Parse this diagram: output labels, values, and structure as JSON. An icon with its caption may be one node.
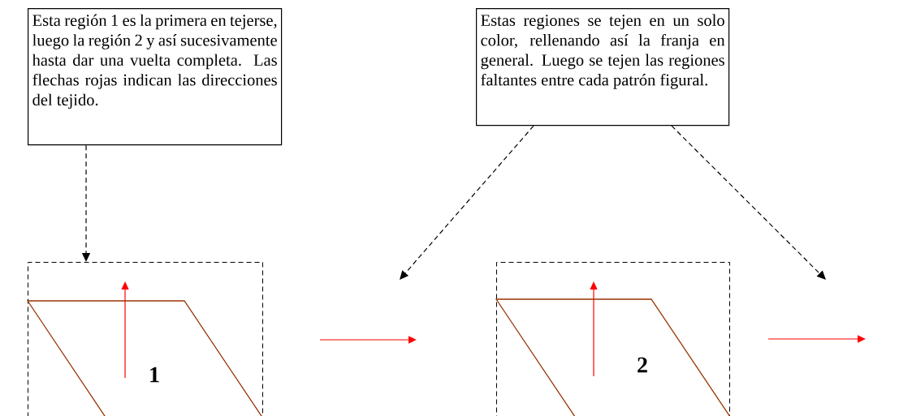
{
  "diagram": {
    "nodes": [
      {
        "text": [
          "Esta región 1 es la primera en tejerse, luego la región 2 y así sucesivamente hasta dar una vuelta completa.  Las flechas rojas indican las direcciones del tejido."
        ]
      },
      {
        "text": [],
        "shape": "box"
      },
      {
        "text": [
          "1"
        ],
        "in": 1
      },
      {
        "text": [
          "Estas regiones se tejen en un solo color, rellenando así la franja en general. Luego se tejen las regiones faltantes entre cada patrón figural."
        ]
      },
      {
        "text": [],
        "shape": "box"
      },
      {
        "text": [
          "2"
        ],
        "in": 4
      }
    ],
    "edges": [
      {
        "from": 0,
        "to": 1,
        "arrow": "to",
        "style": "dashed"
      },
      {
        "from": 3,
        "to": null,
        "arrow": "to",
        "style": "dashed"
      },
      {
        "from": 3,
        "to": null,
        "arrow": "to",
        "style": "dashed"
      }
    ]
  }
}
